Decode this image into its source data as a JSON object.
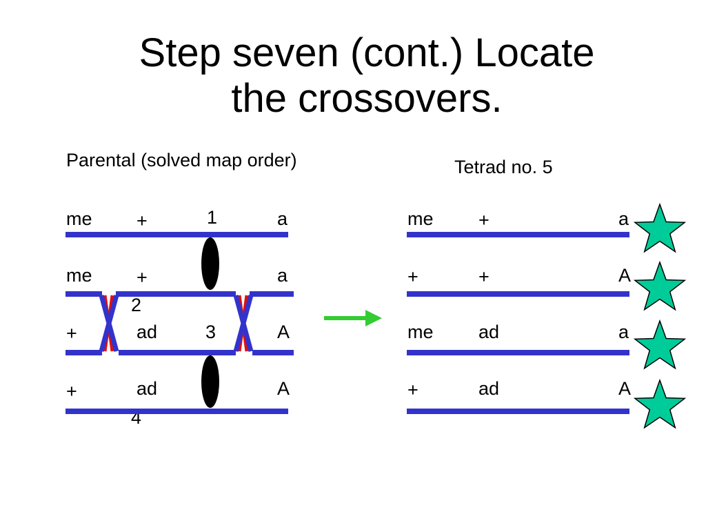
{
  "title": {
    "line1": "Step seven (cont.) Locate",
    "line2": "the crossovers."
  },
  "parental": {
    "heading": "Parental (solved map order)",
    "strands": [
      {
        "left": "me",
        "mid": "+",
        "right": "a",
        "number": "1"
      },
      {
        "left": "me",
        "mid": "+",
        "right": "a",
        "number": "2"
      },
      {
        "left": "+",
        "mid": "ad",
        "right": "A",
        "number": "3"
      },
      {
        "left": "+",
        "mid": "ad",
        "right": "A",
        "number": "4"
      }
    ]
  },
  "tetrad": {
    "heading": "Tetrad no. 5",
    "strands": [
      {
        "left": "me",
        "mid": "+",
        "right": "a"
      },
      {
        "left": "+",
        "mid": "+",
        "right": "A"
      },
      {
        "left": "me",
        "mid": "ad",
        "right": "a"
      },
      {
        "left": "+",
        "mid": "ad",
        "right": "A"
      }
    ]
  },
  "colors": {
    "chromosome": "#3333cc",
    "crossover_red": "#dd1111",
    "arrow": "#33cc33",
    "star": "#00cc99",
    "centromere": "#000000"
  }
}
